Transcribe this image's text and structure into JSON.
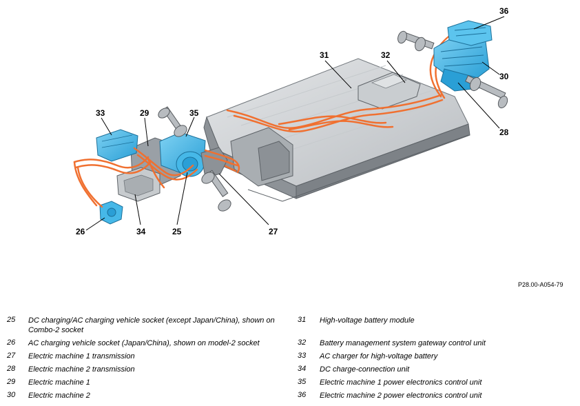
{
  "figure": {
    "reference_code": "P28.00-A054-79",
    "callouts": [
      "25",
      "26",
      "27",
      "28",
      "29",
      "30",
      "31",
      "32",
      "33",
      "34",
      "35",
      "36"
    ]
  },
  "colors": {
    "hv_cable": "#f07030",
    "component_blue": "#3fb6e8",
    "housing_gray": "#9aa0a6",
    "line": "#000000"
  },
  "legend": {
    "left": [
      {
        "num": "25",
        "lines": [
          "DC charging/AC charging vehicle socket (except Japan/China), shown on",
          "Combo-2 socket"
        ]
      },
      {
        "num": "26",
        "lines": [
          "AC charging vehicle socket (Japan/China), shown on model-2 socket"
        ]
      },
      {
        "num": "27",
        "lines": [
          "Electric machine 1 transmission"
        ]
      },
      {
        "num": "28",
        "lines": [
          "Electric machine 2 transmission"
        ]
      },
      {
        "num": "29",
        "lines": [
          "Electric machine 1"
        ]
      },
      {
        "num": "30",
        "lines": [
          "Electric machine 2"
        ]
      }
    ],
    "right": [
      {
        "num": "31",
        "lines": [
          "High-voltage battery module"
        ]
      },
      {
        "num": "32",
        "lines": [
          "Battery management system gateway control unit"
        ]
      },
      {
        "num": "33",
        "lines": [
          "AC charger for high-voltage battery"
        ]
      },
      {
        "num": "34",
        "lines": [
          "DC charge-connection unit"
        ]
      },
      {
        "num": "35",
        "lines": [
          "Electric machine 1 power electronics control unit"
        ]
      },
      {
        "num": "36",
        "lines": [
          "Electric machine 2 power electronics control unit"
        ]
      }
    ]
  }
}
